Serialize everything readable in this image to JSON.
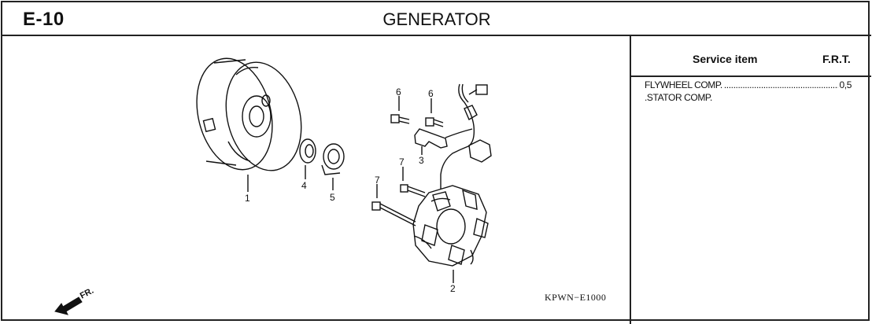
{
  "header": {
    "section_code": "E-10",
    "title": "GENERATOR"
  },
  "service_table": {
    "col_item": "Service item",
    "col_frt": "F.R.T.",
    "rows": [
      {
        "item": "FLYWHEEL COMP.",
        "frt": "0,5"
      },
      {
        "item": ".STATOR COMP.",
        "frt": ""
      }
    ]
  },
  "diagram": {
    "part_numbers": [
      "1",
      "2",
      "3",
      "4",
      "5",
      "6",
      "6",
      "7",
      "7"
    ],
    "direction_label": "FR.",
    "figure_code": "KPWN−E1000"
  }
}
